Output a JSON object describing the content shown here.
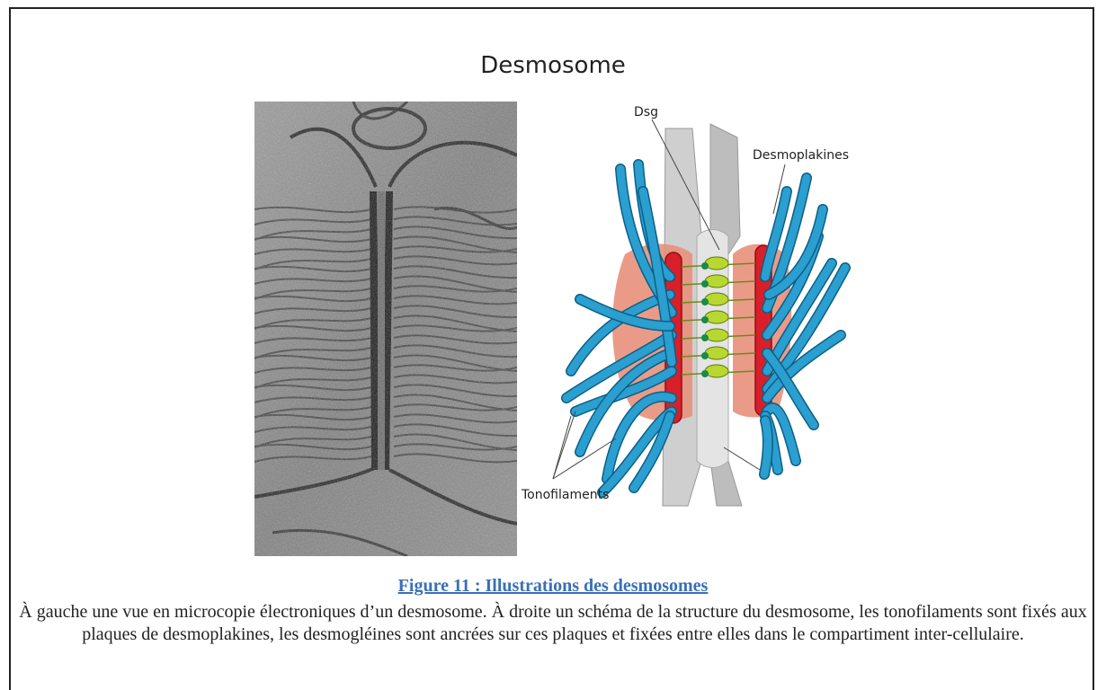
{
  "figure": {
    "title": "Desmosome",
    "labels": {
      "dsg": "Dsg",
      "desmoplakines": "Desmoplakines",
      "tonofilaments": "Tonofilaments"
    }
  },
  "caption": {
    "title": "Figure 11 : Illustrations des desmosomes",
    "text": "À gauche une vue en microcopie électroniques d’un desmosome. À droite un schéma de la structure du desmosome, les tonofilaments sont fixés aux plaques de desmoplakines, les desmogléines sont ancrées sur ces plaques et fixées entre elles dans le compartiment inter-cellulaire."
  },
  "colors": {
    "tonofilament": "#2a9fd0",
    "plaque": "#e8907a",
    "desmoplakin": "#d81f2a",
    "desmoglein": "#b8d830",
    "membrane": "#c8c8c8"
  }
}
